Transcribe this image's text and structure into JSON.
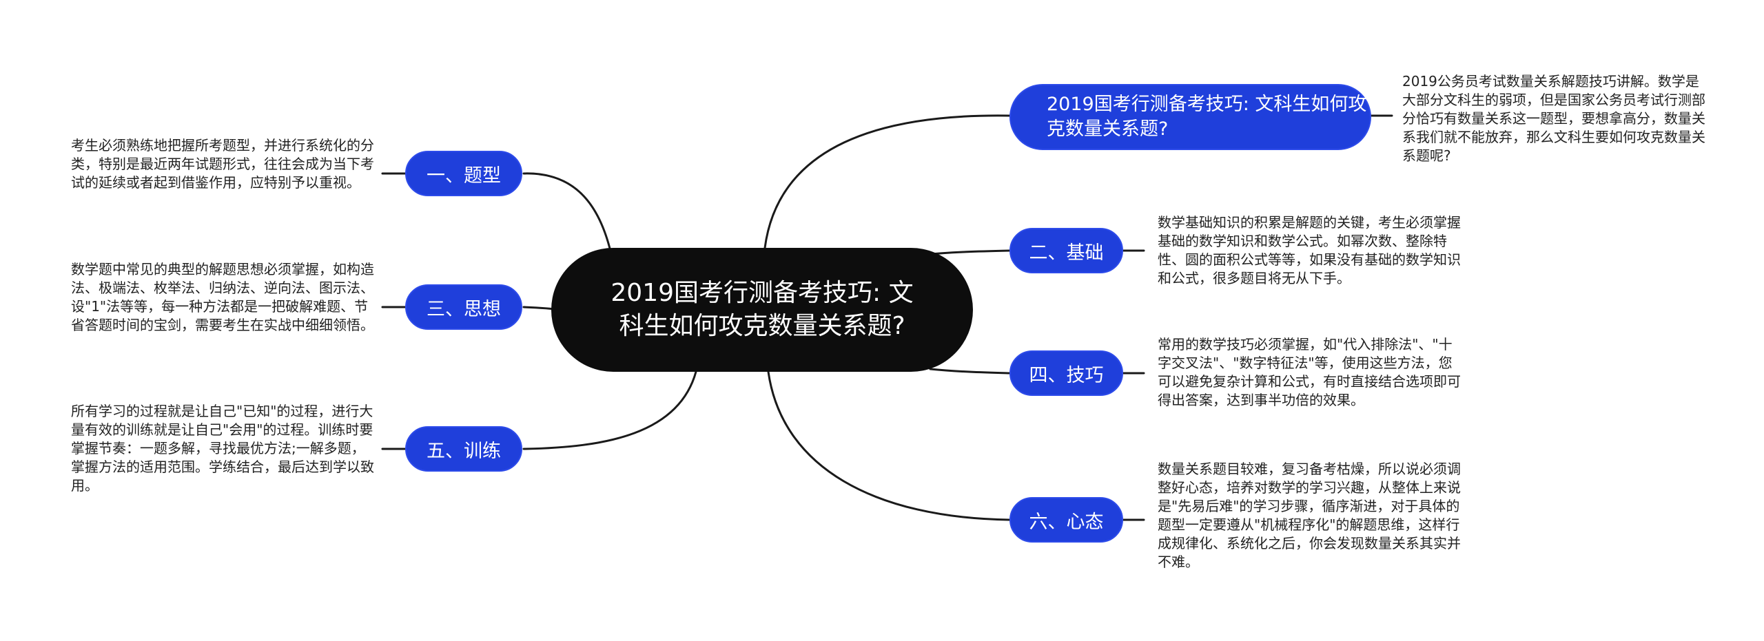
{
  "center": {
    "title": "2019国考行测备考技巧: 文科生如何攻克数量关系题?"
  },
  "right_top": {
    "label": "2019国考行测备考技巧: 文科生如何攻克数量关系题?",
    "note": "2019公务员考试数量关系解题技巧讲解。数学是大部分文科生的弱项，但是国家公务员考试行测部分恰巧有数量关系这一题型，要想拿高分，数量关系我们就不能放弃，那么文科生要如何攻克数量关系题呢?"
  },
  "branches": [
    {
      "label": "一、题型",
      "note": "考生必须熟练地把握所考题型，并进行系统化的分类，特别是最近两年试题形式，往往会成为当下考试的延续或者起到借鉴作用，应特别予以重视。"
    },
    {
      "label": "三、思想",
      "note": "数学题中常见的典型的解题思想必须掌握，如构造法、极端法、枚举法、归纳法、逆向法、图示法、设\"1\"法等等，每一种方法都是一把破解难题、节省答题时间的宝剑，需要考生在实战中细细领悟。"
    },
    {
      "label": "五、训练",
      "note": "所有学习的过程就是让自己\"已知\"的过程，进行大量有效的训练就是让自己\"会用\"的过程。训练时要掌握节奏：一题多解，寻找最优方法;一解多题，掌握方法的适用范围。学练结合，最后达到学以致用。"
    },
    {
      "label": "二、基础",
      "note": "数学基础知识的积累是解题的关键，考生必须掌握基础的数学知识和数学公式。如幂次数、整除特性、圆的面积公式等等，如果没有基础的数学知识和公式，很多题目将无从下手。"
    },
    {
      "label": "四、技巧",
      "note": "常用的数学技巧必须掌握，如\"代入排除法\"、\"十字交叉法\"、\"数字特征法\"等，使用这些方法，您可以避免复杂计算和公式，有时直接结合选项即可得出答案，达到事半功倍的效果。"
    },
    {
      "label": "六、心态",
      "note": "数量关系题目较难，复习备考枯燥，所以说必须调整好心态，培养对数学的学习兴趣，从整体上来说是\"先易后难\"的学习步骤，循序渐进，对于具体的题型一定要遵从\"机械程序化\"的解题思维，这样行成规律化、系统化之后，你会发现数量关系其实并不难。"
    }
  ],
  "colors": {
    "center_bg": "#0d0d0d",
    "pill_bg": "#1f3fdb",
    "line": "#1a1a1a"
  }
}
